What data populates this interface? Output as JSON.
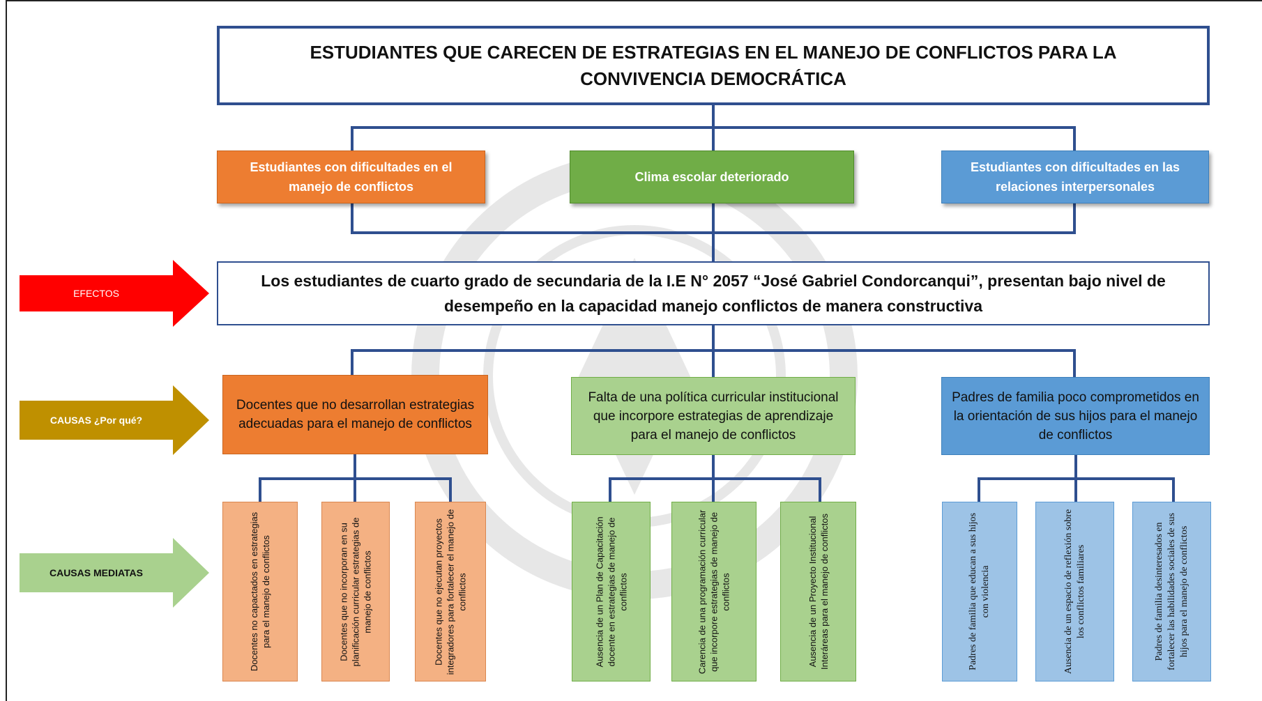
{
  "diagram": {
    "title": "ESTUDIANTES QUE CARECEN DE ESTRATEGIAS EN EL MANEJO DE CONFLICTOS PARA LA CONVIVENCIA DEMOCRÁTICA",
    "effects": [
      {
        "label": "Estudiantes con dificultades en el manejo de conflictos",
        "color": "#ed7d31"
      },
      {
        "label": "Clima escolar deteriorado",
        "color": "#70ad47"
      },
      {
        "label": "Estudiantes con dificultades en las relaciones interpersonales",
        "color": "#5b9bd5"
      }
    ],
    "problem": "Los estudiantes de cuarto grado de secundaria de la I.E N° 2057 “José Gabriel Condorcanqui”, presentan bajo nivel de desempeño en la capacidad manejo conflictos de manera constructiva",
    "causes": [
      {
        "label": "Docentes que no desarrollan estrategias adecuadas para el manejo de conflictos",
        "color": "#ed7d31"
      },
      {
        "label": "Falta de una política curricular institucional que incorpore estrategias de aprendizaje para el manejo de conflictos",
        "color": "#a9d18e"
      },
      {
        "label": "Padres de familia poco comprometidos en la orientación de sus hijos para el manejo de conflictos",
        "color": "#5b9bd5"
      }
    ],
    "mediate_causes": [
      "Docentes no capactados en estrategias para el manejo de conflictos",
      "Docentes que no incorporan en su planificación curricular estrategias de manejo de conflictos",
      "Docentes que no ejecutan proyectos integradores para fortalecer el manejo de conflictos",
      "Ausencia de un Plan de Capacitación docente en estrategias de manejo de conflictos",
      "Carencia de una programación curricular que incorpore estrategias de manejo de conflictos",
      "Ausencia de un Proyecto Institucional Interáreas para el manejo de conflictos",
      "Padres de familia  que educan a sus hijos con violencia",
      "Ausencia de un espacio de reflexión sobre los conflictos familiares",
      "Padres de familia desinteresados en fortalecer las habilidades sociales de sus hijos  para el manejo de conflictos"
    ]
  },
  "side_labels": {
    "effects": "EFECTOS",
    "causes": "CAUSAS ¿Por qué?",
    "mediate": "CAUSAS MEDIATAS"
  },
  "colors": {
    "line": "#2f4f8f",
    "arrow_effects": "#ff0000",
    "arrow_causes": "#bf9000",
    "arrow_mediate": "#a9d18e"
  }
}
